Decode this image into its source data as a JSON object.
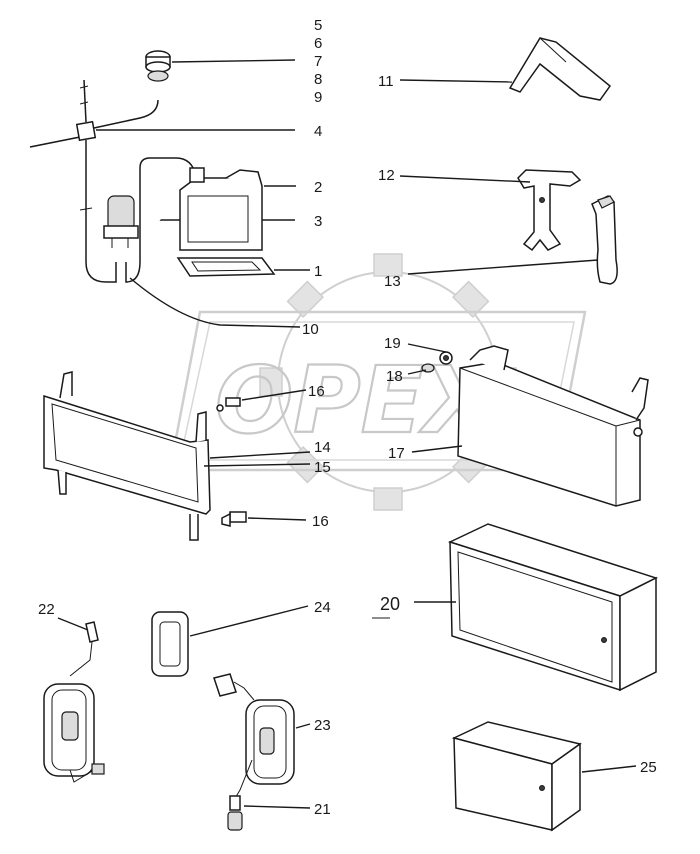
{
  "watermark": {
    "text": "OPEX"
  },
  "callouts": [
    {
      "id": "c5",
      "text": "5"
    },
    {
      "id": "c6",
      "text": "6"
    },
    {
      "id": "c7",
      "text": "7"
    },
    {
      "id": "c8",
      "text": "8"
    },
    {
      "id": "c9",
      "text": "9"
    },
    {
      "id": "c4",
      "text": "4"
    },
    {
      "id": "c2",
      "text": "2"
    },
    {
      "id": "c3",
      "text": "3"
    },
    {
      "id": "c1",
      "text": "1"
    },
    {
      "id": "c10",
      "text": "10"
    },
    {
      "id": "c11",
      "text": "11"
    },
    {
      "id": "c12",
      "text": "12"
    },
    {
      "id": "c13",
      "text": "13"
    },
    {
      "id": "c19",
      "text": "19"
    },
    {
      "id": "c18",
      "text": "18"
    },
    {
      "id": "c16a",
      "text": "16"
    },
    {
      "id": "c14",
      "text": "14"
    },
    {
      "id": "c15",
      "text": "15"
    },
    {
      "id": "c17",
      "text": "17"
    },
    {
      "id": "c16b",
      "text": "16"
    },
    {
      "id": "c20",
      "text": "20"
    },
    {
      "id": "c22",
      "text": "22"
    },
    {
      "id": "c24",
      "text": "24"
    },
    {
      "id": "c23",
      "text": "23"
    },
    {
      "id": "c21",
      "text": "21"
    },
    {
      "id": "c25",
      "text": "25"
    }
  ]
}
